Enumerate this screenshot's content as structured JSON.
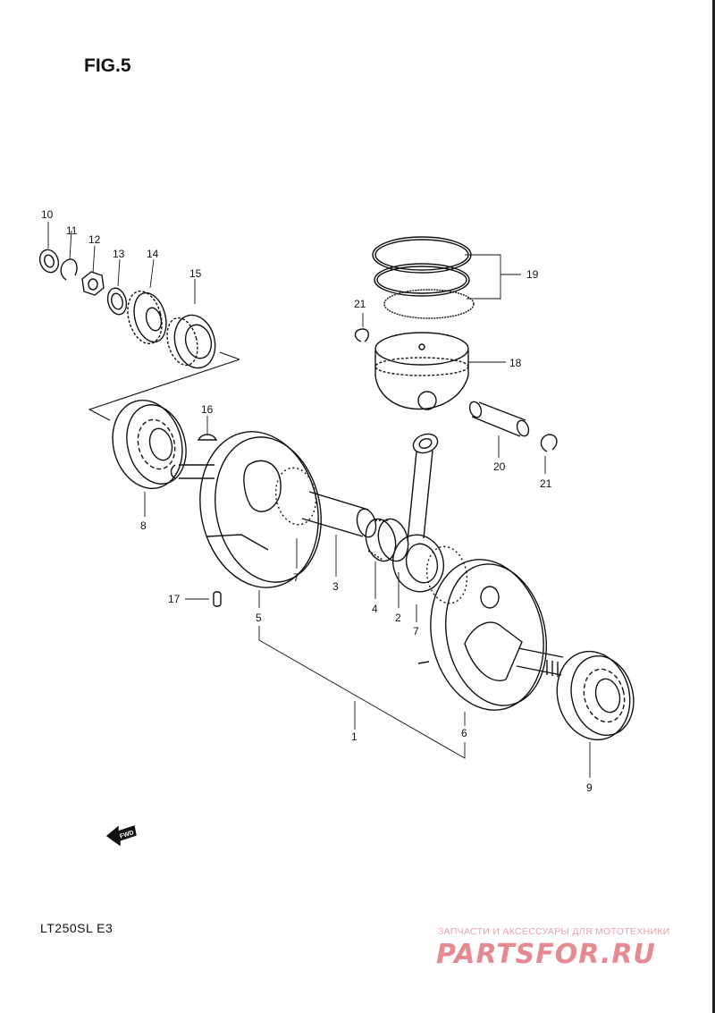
{
  "title": "FIG.5",
  "model": "LT250SL  E3",
  "fwd_label": "FWD",
  "watermark": {
    "subtitle": "ЗАПЧАСТИ И АКСЕССУАРЫ ДЛЯ МОТОТЕХНИКИ",
    "brand": "PARTSFOR.RU",
    "color": "#e58a92"
  },
  "callouts": [
    {
      "id": "c1",
      "label": "1"
    },
    {
      "id": "c2",
      "label": "2"
    },
    {
      "id": "c3",
      "label": "3"
    },
    {
      "id": "c4",
      "label": "4"
    },
    {
      "id": "c5",
      "label": "5"
    },
    {
      "id": "c6",
      "label": "6"
    },
    {
      "id": "c7a",
      "label": "7"
    },
    {
      "id": "c7b",
      "label": "7"
    },
    {
      "id": "c8",
      "label": "8"
    },
    {
      "id": "c9",
      "label": "9"
    },
    {
      "id": "c10",
      "label": "10"
    },
    {
      "id": "c11",
      "label": "11"
    },
    {
      "id": "c12",
      "label": "12"
    },
    {
      "id": "c13",
      "label": "13"
    },
    {
      "id": "c14",
      "label": "14"
    },
    {
      "id": "c15",
      "label": "15"
    },
    {
      "id": "c16",
      "label": "16"
    },
    {
      "id": "c17",
      "label": "17"
    },
    {
      "id": "c18",
      "label": "18"
    },
    {
      "id": "c19",
      "label": "19"
    },
    {
      "id": "c20",
      "label": "20"
    },
    {
      "id": "c21a",
      "label": "21"
    },
    {
      "id": "c21b",
      "label": "21"
    }
  ]
}
